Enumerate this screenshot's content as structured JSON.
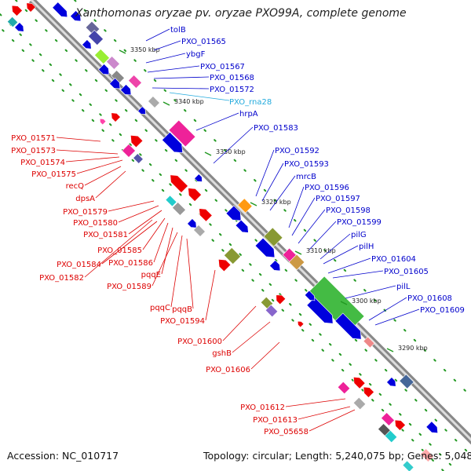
{
  "title": "Xanthomonas oryzae pv. oryzae PXO99A, complete genome",
  "footer": {
    "accession": "Accession: NC_010717",
    "summary": "Topology: circular; Length: 5,240,075 bp; Genes: 5,048"
  },
  "colors": {
    "forward_cds": "#0000dd",
    "reverse_cds": "#ee0000",
    "rna": "#33bbdd",
    "forward_label": "#0000cc",
    "reverse_label": "#dd0000",
    "rna_label": "#22aadd",
    "tick": "#229922",
    "backbone": "#888888"
  },
  "ticks": [
    "3350 kbp",
    "3340 kbp",
    "3330 kbp",
    "3320 kbp",
    "3310 kbp",
    "3300 kbp",
    "3290 kbp"
  ],
  "forward_labels": [
    "tolB",
    "PXO_01565",
    "ybgF",
    "PXO_01567",
    "PXO_01568",
    "PXO_01572",
    "hrpA",
    "PXO_01583",
    "PXO_01592",
    "PXO_01593",
    "mrcB",
    "PXO_01596",
    "PXO_01597",
    "PXO_01598",
    "PXO_01599",
    "pilG",
    "pilH",
    "PXO_01604",
    "PXO_01605",
    "pilL",
    "PXO_01608",
    "PXO_01609"
  ],
  "rna_labels": [
    "PXO_rna28"
  ],
  "reverse_labels": [
    "PXO_01571",
    "PXO_01573",
    "PXO_01574",
    "PXO_01575",
    "recQ",
    "dpsA",
    "PXO_01579",
    "PXO_01580",
    "PXO_01581",
    "PXO_01585",
    "PXO_01584",
    "PXO_01586",
    "PXO_01582",
    "pqqE",
    "PXO_01589",
    "pqqC",
    "pqqB",
    "PXO_01594",
    "PXO_01600",
    "gshB",
    "PXO_01606",
    "PXO_01612",
    "PXO_01613",
    "PXO_05658"
  ]
}
